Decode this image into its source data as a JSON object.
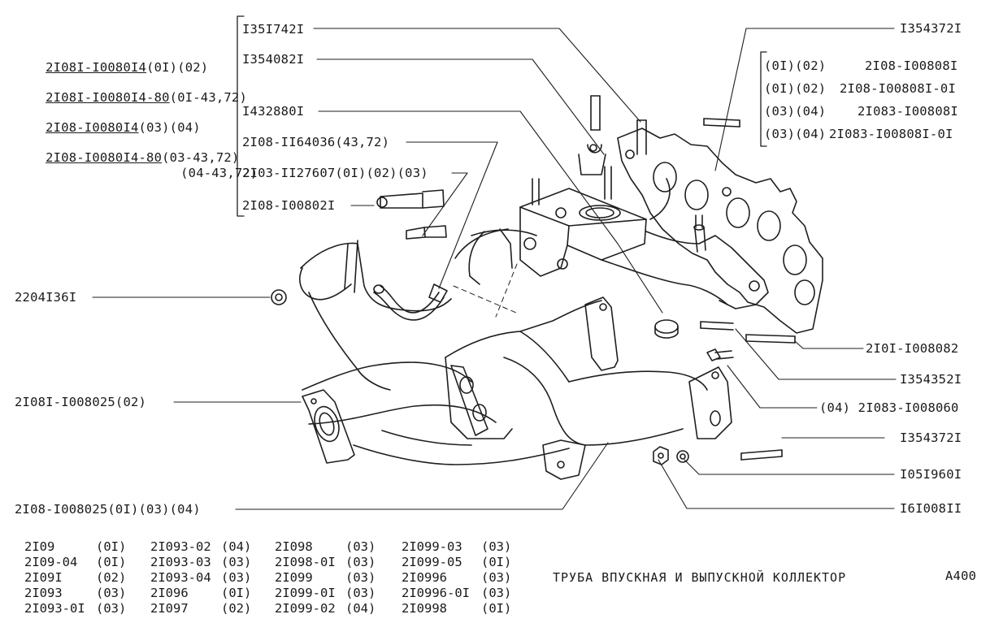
{
  "page": {
    "title": "ТРУБА ВПУСКНАЯ И ВЫПУСКНОЙ КОЛЛЕКТОР",
    "sheet_code": "A400"
  },
  "top_left_group": [
    {
      "num": "2I08I-I0080I4",
      "note": "(0I)(02)"
    },
    {
      "num": "2I08I-I0080I4-80",
      "note": "(0I-43,72)"
    },
    {
      "num": "2I08-I0080I4",
      "note": "(03)(04)"
    },
    {
      "num": "2I08-I0080I4-80",
      "note": "(03-43,72)"
    },
    {
      "num": "",
      "note": "(04-43,72)"
    }
  ],
  "bracket_group": [
    "I35I742I",
    "I354082I",
    "I432880I",
    "2I08-II64036(43,72)",
    "2I03-II27607(0I)(02)(03)",
    "2I08-I00802I"
  ],
  "right_group": [
    {
      "left": "(0I)(02)",
      "right": "2I08-I00808I"
    },
    {
      "left": "(0I)(02)",
      "right": "2I08-I00808I-0I"
    },
    {
      "left": "(03)(04)",
      "right": "2I083-I00808I"
    },
    {
      "left": "(03)(04)",
      "right": "2I083-I00808I-0I"
    }
  ],
  "callouts": {
    "top_right": "I354372I",
    "left_washer": "2204I36I",
    "left_flange": "2I08I-I008025(02)",
    "bottom_manifold": "2I08-I008025(0I)(03)(04)",
    "stud_long": "2I0I-I008082",
    "stud_mid": "I354352I",
    "bolt": "(04) 2I083-I008060",
    "stud_lower": "I354372I",
    "washer_lower": "I05I960I",
    "nut_lower": "I6I008II"
  },
  "legend": [
    [
      "2I09",
      "(0I)"
    ],
    [
      "2I09-04",
      "(0I)"
    ],
    [
      "2I09I",
      "(02)"
    ],
    [
      "2I093",
      "(03)"
    ],
    [
      "2I093-0I",
      "(03)"
    ],
    [
      "2I093-02",
      "(04)"
    ],
    [
      "2I093-03",
      "(03)"
    ],
    [
      "2I093-04",
      "(03)"
    ],
    [
      "2I096",
      "(0I)"
    ],
    [
      "2I097",
      "(02)"
    ],
    [
      "2I098",
      "(03)"
    ],
    [
      "2I098-0I",
      "(03)"
    ],
    [
      "2I099",
      "(03)"
    ],
    [
      "2I099-0I",
      "(03)"
    ],
    [
      "2I099-02",
      "(04)"
    ],
    [
      "2I099-03",
      "(03)"
    ],
    [
      "2I099-05",
      "(0I)"
    ],
    [
      "2I0996",
      "(03)"
    ],
    [
      "2I0996-0I",
      "(03)"
    ],
    [
      "2I0998",
      "(0I)"
    ]
  ]
}
